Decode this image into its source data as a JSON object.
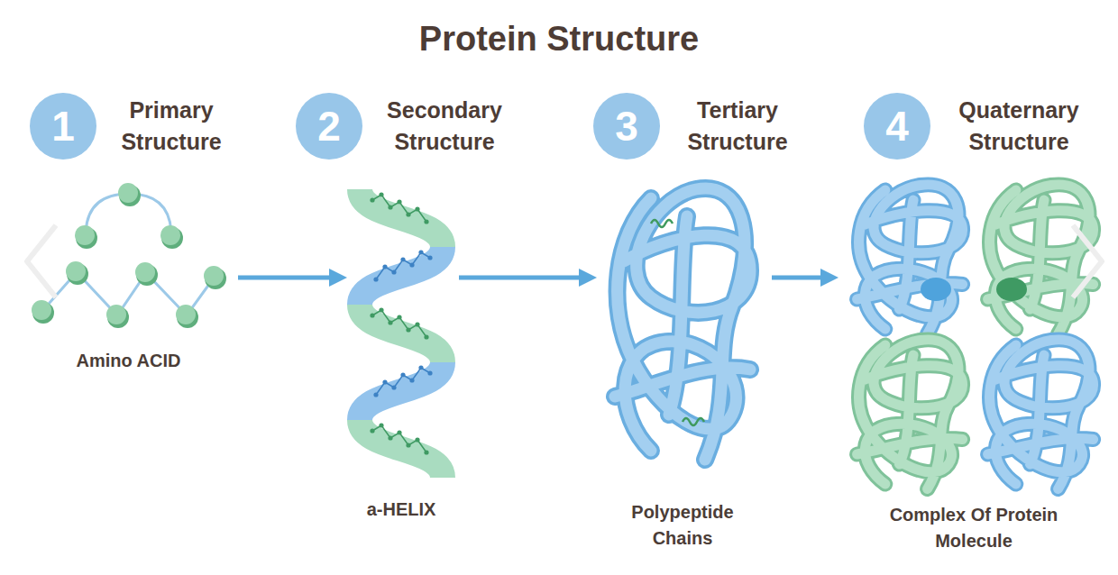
{
  "diagram": {
    "title": "Protein Structure",
    "nodes": [
      {
        "text": [
          "1",
          "Primary Structure"
        ]
      },
      {
        "text": [
          "2",
          "Secondary Structure"
        ]
      },
      {
        "text": [
          "3",
          "Tertiary Structure"
        ]
      },
      {
        "text": [
          "4",
          "Quaternary Structure"
        ]
      },
      {
        "text": [
          "Amino ACID"
        ]
      },
      {
        "text": [
          "a-HELIX"
        ]
      },
      {
        "text": [
          "Polypeptide Chains"
        ]
      },
      {
        "text": [
          "Complex Of Protein Molecule"
        ]
      }
    ],
    "edges": [
      {
        "from": 4,
        "to": 5,
        "arrow": "to"
      },
      {
        "from": 5,
        "to": 6,
        "arrow": "to"
      },
      {
        "from": 6,
        "to": 7,
        "arrow": "to"
      }
    ]
  }
}
